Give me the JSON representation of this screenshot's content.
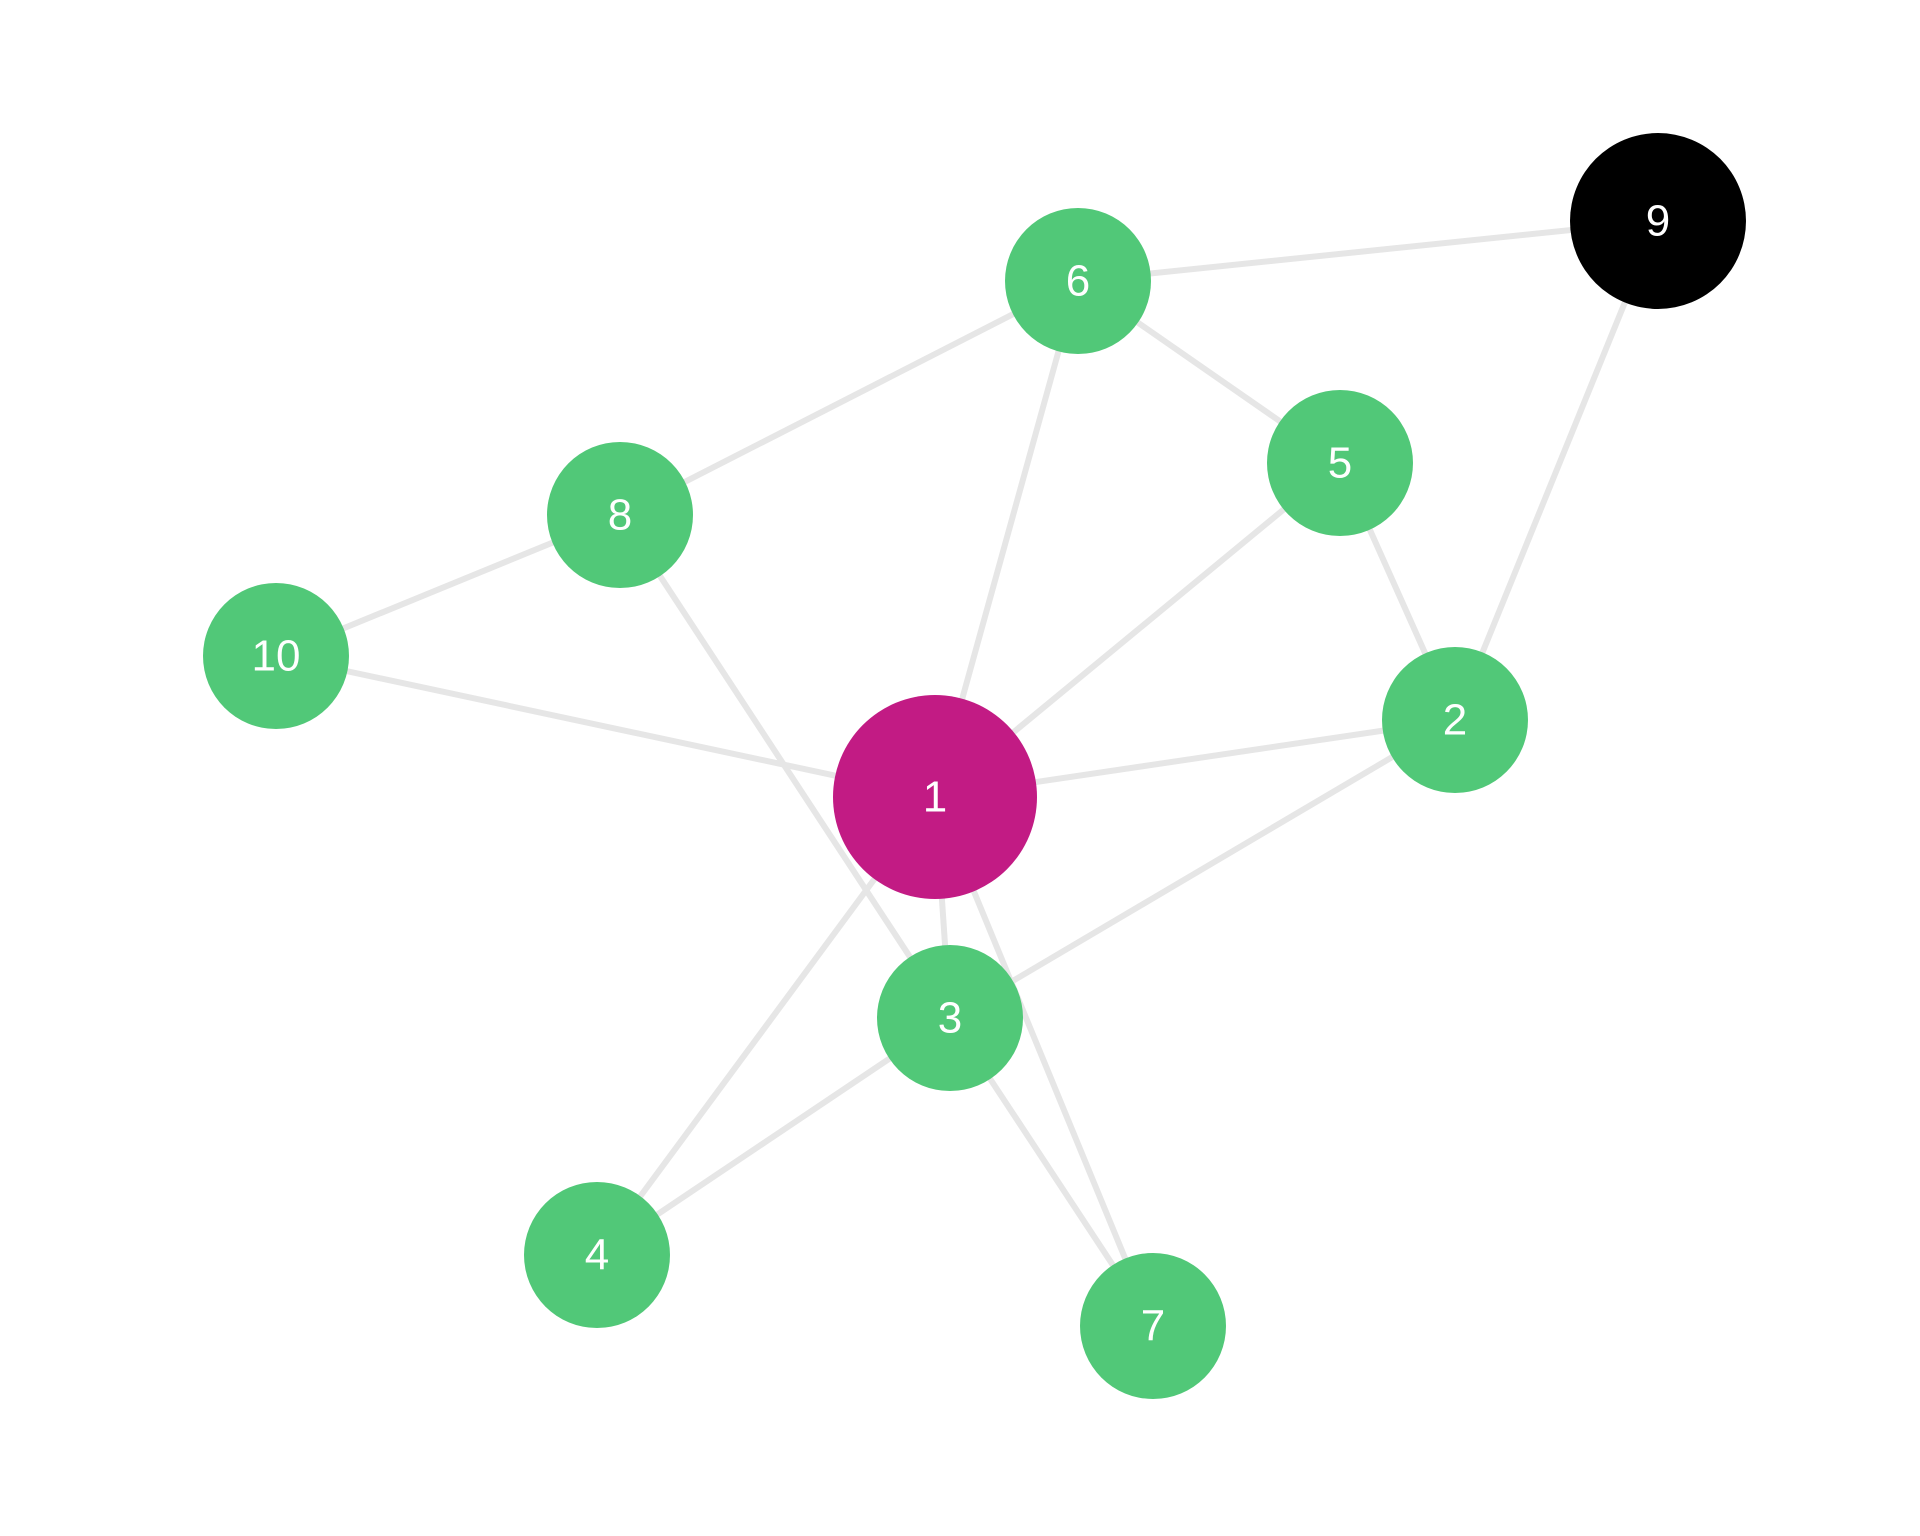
{
  "colors": {
    "background": "#ffffff",
    "edge": "#e6e6e6",
    "node_default": "#51c878",
    "node_highlight": "#c21b84",
    "node_dark": "#000000",
    "label": "#ffffff"
  },
  "nodes": [
    {
      "id": "1",
      "label": "1",
      "color": "#c21b84",
      "role": "highlight"
    },
    {
      "id": "2",
      "label": "2",
      "color": "#51c878"
    },
    {
      "id": "3",
      "label": "3",
      "color": "#51c878"
    },
    {
      "id": "4",
      "label": "4",
      "color": "#51c878"
    },
    {
      "id": "5",
      "label": "5",
      "color": "#51c878"
    },
    {
      "id": "6",
      "label": "6",
      "color": "#51c878"
    },
    {
      "id": "7",
      "label": "7",
      "color": "#51c878"
    },
    {
      "id": "8",
      "label": "8",
      "color": "#51c878"
    },
    {
      "id": "9",
      "label": "9",
      "color": "#000000",
      "role": "dark"
    },
    {
      "id": "10",
      "label": "10",
      "color": "#51c878"
    }
  ],
  "edges": [
    [
      "1",
      "2"
    ],
    [
      "1",
      "3"
    ],
    [
      "1",
      "4"
    ],
    [
      "1",
      "5"
    ],
    [
      "1",
      "6"
    ],
    [
      "1",
      "7"
    ],
    [
      "1",
      "10"
    ],
    [
      "2",
      "3"
    ],
    [
      "2",
      "5"
    ],
    [
      "2",
      "9"
    ],
    [
      "3",
      "4"
    ],
    [
      "3",
      "7"
    ],
    [
      "3",
      "8"
    ],
    [
      "5",
      "6"
    ],
    [
      "6",
      "8"
    ],
    [
      "6",
      "9"
    ],
    [
      "8",
      "10"
    ]
  ]
}
